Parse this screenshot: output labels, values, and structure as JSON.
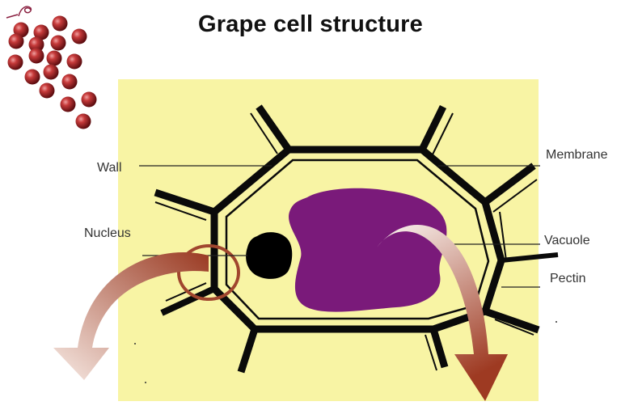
{
  "title": "Grape cell structure",
  "labels": {
    "wall": "Wall",
    "nucleus": "Nucleus",
    "membrane": "Membrane",
    "vacuole": "Vacuole",
    "pectin": "Pectin"
  },
  "icons": {
    "grape_cluster": "grape-cluster-icon"
  },
  "colors": {
    "background_panel": "#f8f4a4",
    "cell_wall": "#0a0a0a",
    "vacuole": "#7a1a7a",
    "nucleus": "#000000",
    "grape": "#b5252a",
    "arrow_left": "#9a3a22",
    "arrow_right": "#a0432c",
    "highlight_circle": "#a0462e"
  }
}
